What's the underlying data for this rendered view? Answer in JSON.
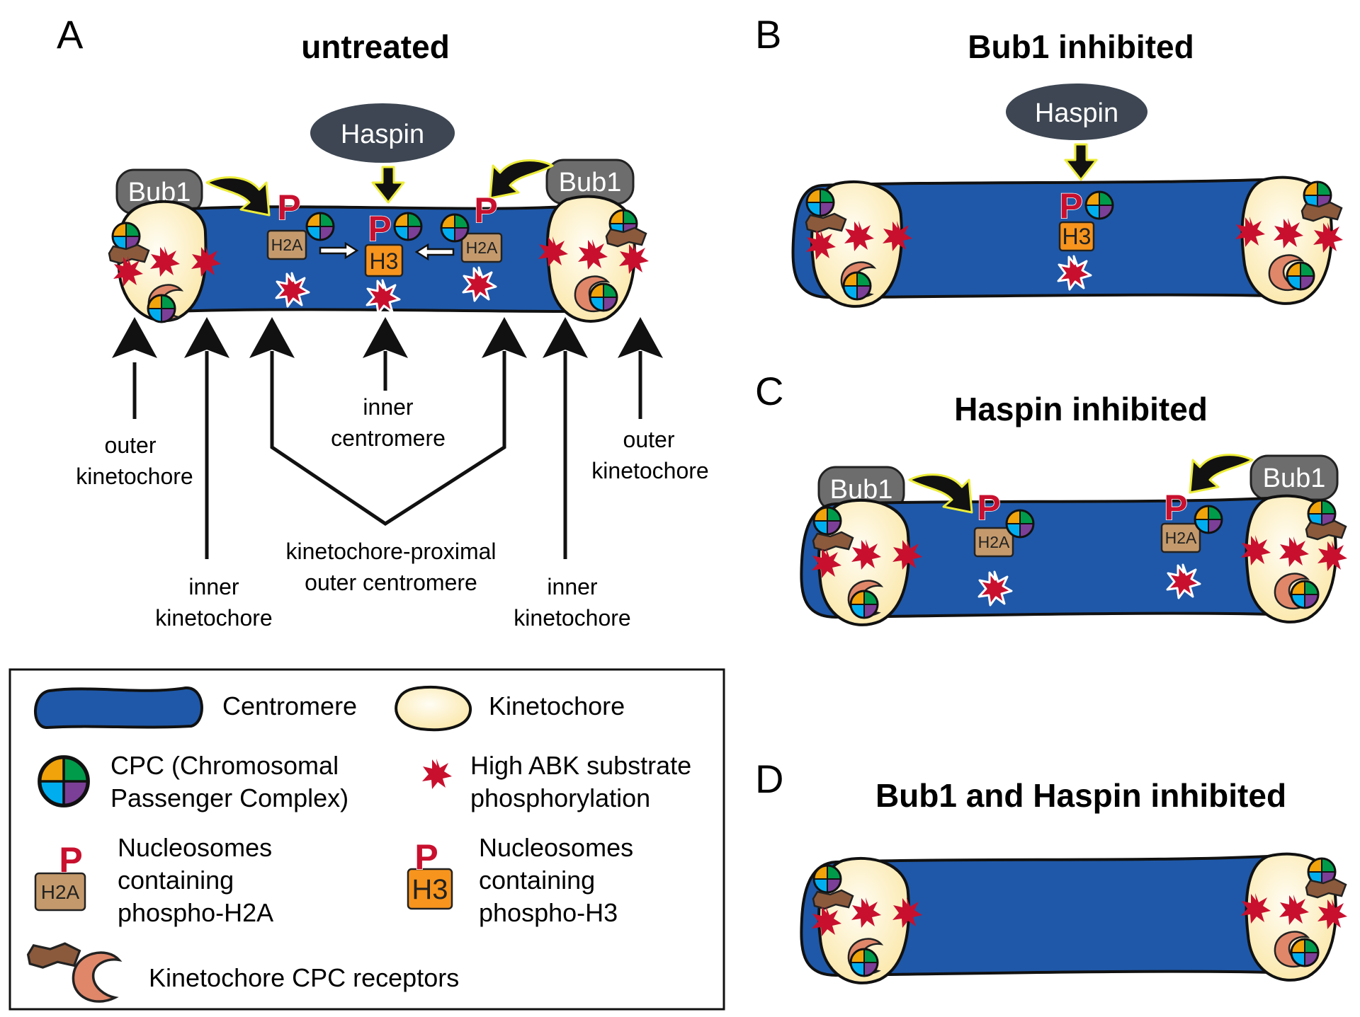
{
  "panels": {
    "a": {
      "letter": "A",
      "title": "untreated"
    },
    "b": {
      "letter": "B",
      "title": "Bub1 inhibited"
    },
    "c": {
      "letter": "C",
      "title": "Haspin inhibited"
    },
    "d": {
      "letter": "D",
      "title": "Bub1 and Haspin inhibited"
    }
  },
  "kinases": {
    "bub1": "Bub1",
    "haspin": "Haspin"
  },
  "nucleosome_labels": {
    "h2a": "H2A",
    "h3": "H3",
    "phospho": "P"
  },
  "region_labels": {
    "outer_kinetochore": [
      "outer",
      "kinetochore"
    ],
    "inner_kinetochore": [
      "inner",
      "kinetochore"
    ],
    "inner_centromere": [
      "inner",
      "centromere"
    ],
    "kinetochore_proximal": [
      "kinetochore-proximal",
      "outer centromere"
    ]
  },
  "legend": {
    "centromere": "Centromere",
    "kinetochore": "Kinetochore",
    "cpc": [
      "CPC (Chromosomal",
      "Passenger Complex)"
    ],
    "abk": [
      "High ABK substrate",
      "phosphorylation"
    ],
    "ph2a": [
      "Nucleosomes",
      "containing",
      "phospho-H2A"
    ],
    "ph3": [
      "Nucleosomes",
      "containing",
      "phospho-H3"
    ],
    "receptors": "Kinetochore CPC receptors"
  },
  "colors": {
    "centromere": "#1f58a8",
    "kinetochore": "#fdf0c4",
    "bub1": "#6d6d6d",
    "haspin": "#3d4652",
    "phospho": "#c8102e",
    "h2a": "#c49a6c",
    "h3": "#f7941d",
    "abk": "#c8102e",
    "yellow_outline": "#ecec3a",
    "cpc_quadrants": [
      "#009b4a",
      "#7b3f98",
      "#00aeef",
      "#f0a30a"
    ],
    "receptor_a": "#8b5a3c",
    "receptor_b": "#e0876a"
  }
}
